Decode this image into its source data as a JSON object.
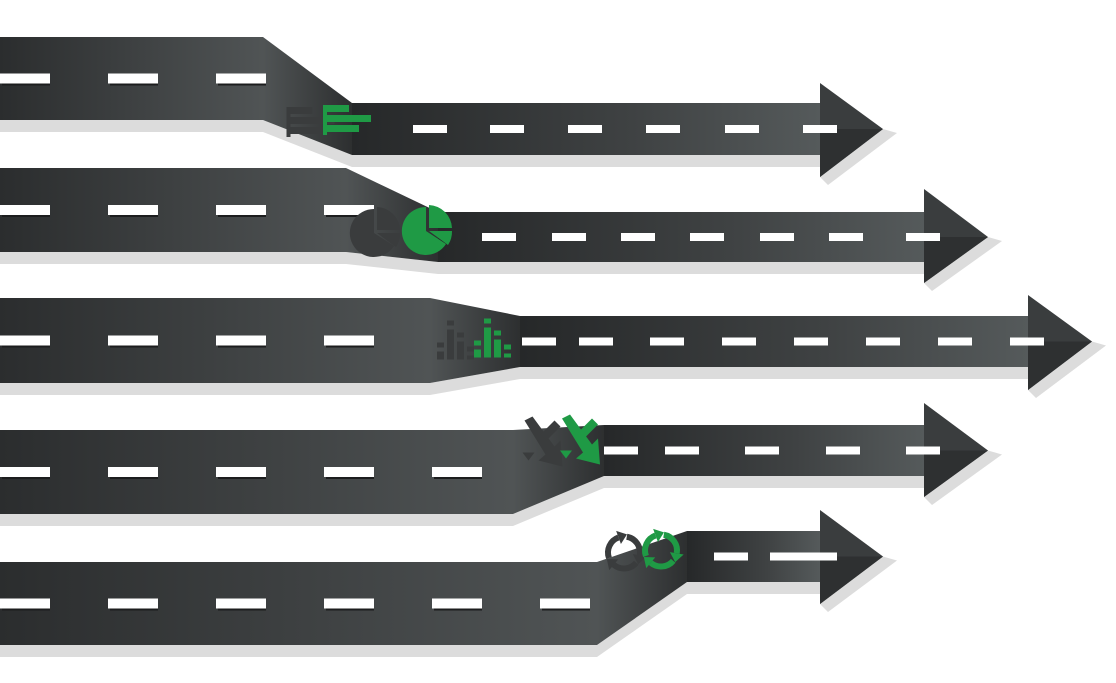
{
  "colors": {
    "background": "#ffffff",
    "road_dark": "#2c2e2f",
    "road_light": "#4f5354",
    "road_shadow": "#dcdcdc",
    "lane_mark": "#ffffff",
    "accent_green": "#1f9a45",
    "ghost_icon": "#3a3c3d"
  },
  "roads": [
    {
      "id": "road-1",
      "icon": "bar-chart-icon"
    },
    {
      "id": "road-2",
      "icon": "pie-chart-icon"
    },
    {
      "id": "road-3",
      "icon": "column-chart-icon"
    },
    {
      "id": "road-4",
      "icon": "trend-down-arrow-icon"
    },
    {
      "id": "road-5",
      "icon": "recycle-icon"
    }
  ]
}
